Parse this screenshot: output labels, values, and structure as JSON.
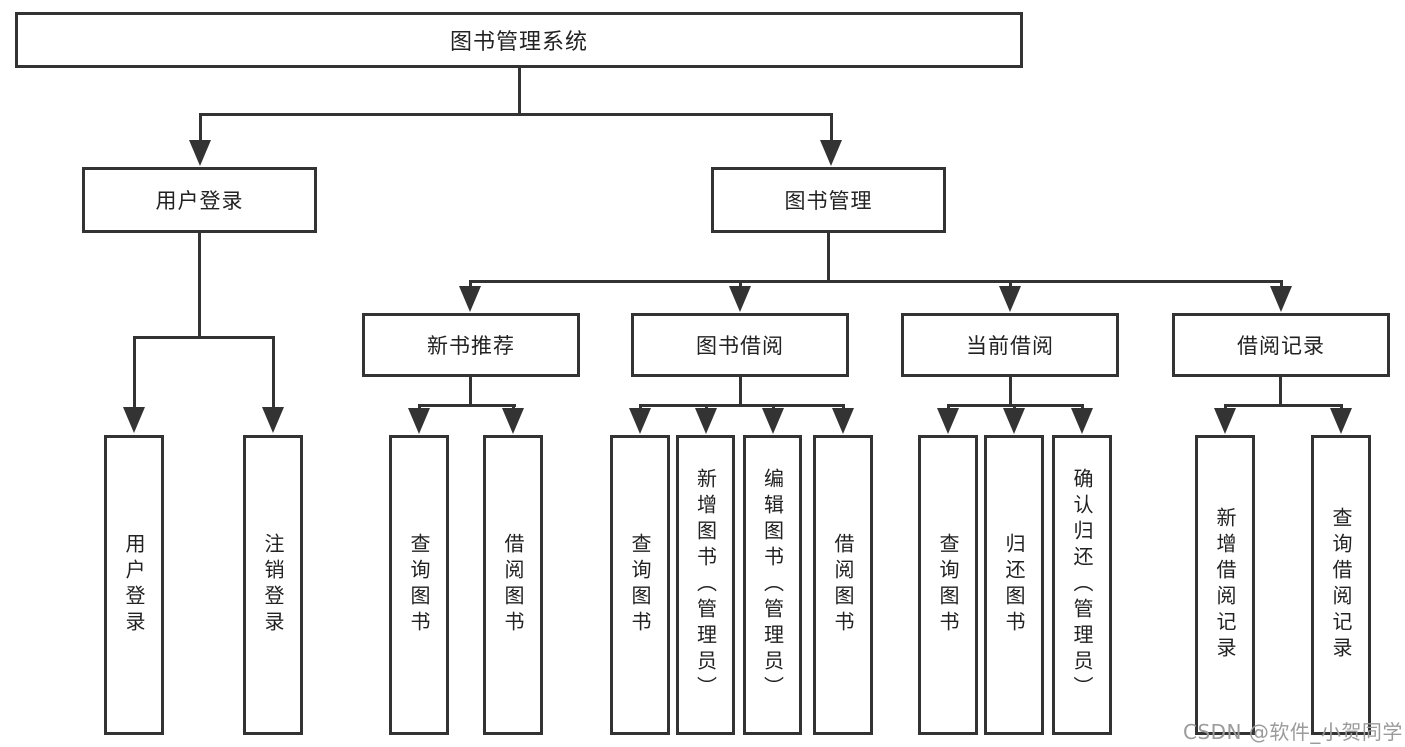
{
  "watermark": "CSDN @软件_小贺同学",
  "colors": {
    "line": "#333333",
    "box_border": "#333333",
    "box_background": "#ffffff",
    "text": "#222222",
    "watermark_text": "#9b9b9b"
  },
  "tree": {
    "root": {
      "label": "图书管理系统"
    },
    "branches": [
      {
        "label": "用户登录",
        "children": [
          {
            "label": "用户登录"
          },
          {
            "label": "注销登录"
          }
        ]
      },
      {
        "label": "图书管理",
        "children": [
          {
            "label": "新书推荐",
            "children": [
              {
                "label": "查询图书"
              },
              {
                "label": "借阅图书"
              }
            ]
          },
          {
            "label": "图书借阅",
            "children": [
              {
                "label": "查询图书"
              },
              {
                "label": "新增图书（管理员）"
              },
              {
                "label": "编辑图书（管理员）"
              },
              {
                "label": "借阅图书"
              }
            ]
          },
          {
            "label": "当前借阅",
            "children": [
              {
                "label": "查询图书"
              },
              {
                "label": "归还图书"
              },
              {
                "label": "确认归还（管理员）"
              }
            ]
          },
          {
            "label": "借阅记录",
            "children": [
              {
                "label": "新增借阅记录"
              },
              {
                "label": "查询借阅记录"
              }
            ]
          }
        ]
      }
    ]
  }
}
